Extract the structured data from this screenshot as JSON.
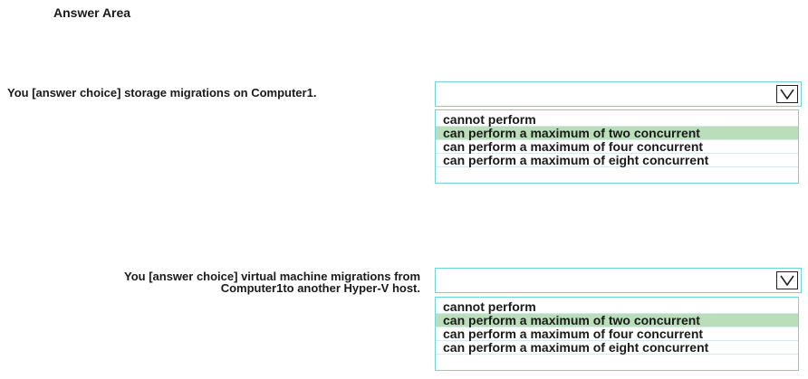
{
  "answer_area": {
    "title": "Answer Area"
  },
  "question1": {
    "text": "You [answer choice] storage migrations on Computer1.",
    "options": [
      "cannot perform",
      "can perform a maximum of two concurrent",
      "can perform a maximum of four concurrent",
      "can perform a maximum of eight concurrent"
    ],
    "selected_option": "can perform a maximum of two concurrent"
  },
  "question2": {
    "text_line1": "You [answer choice] virtual machine migrations from",
    "text_line2": "Computer1to another Hyper-V host.",
    "options": [
      "cannot perform",
      "can perform a maximum of two concurrent",
      "can perform a maximum of four concurrent",
      "can perform a maximum of eight concurrent"
    ],
    "selected_option": "can perform a maximum of two concurrent"
  },
  "colors": {
    "border": "#6fd4dc",
    "selected_highlight": "#b9deb9"
  },
  "icons": {
    "dropdown": "chevron-down-icon"
  }
}
